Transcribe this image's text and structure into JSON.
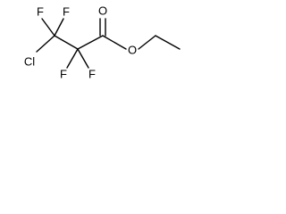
{
  "molecule": {
    "atoms": {
      "f1": "F",
      "f2": "F",
      "f3": "F",
      "f4": "F",
      "cl": "Cl",
      "o_carbonyl": "O",
      "o_ester": "O"
    }
  }
}
